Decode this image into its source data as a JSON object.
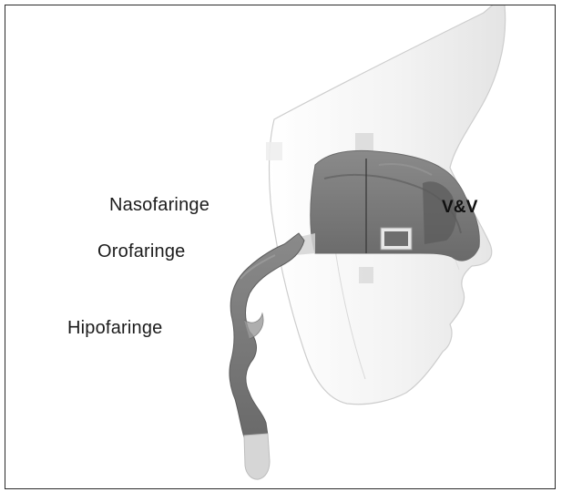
{
  "labels": {
    "nasofaringe": "Nasofaringe",
    "orofaringe": "Orofaringe",
    "hipofaringe": "Hipofaringe",
    "vv": "V&V"
  },
  "colors": {
    "skin": "#efefef",
    "skin_edge": "#cfcfcf",
    "airway": "#7a7a7a",
    "airway_dark": "#5e5e5e",
    "marker": "#cccccc"
  }
}
